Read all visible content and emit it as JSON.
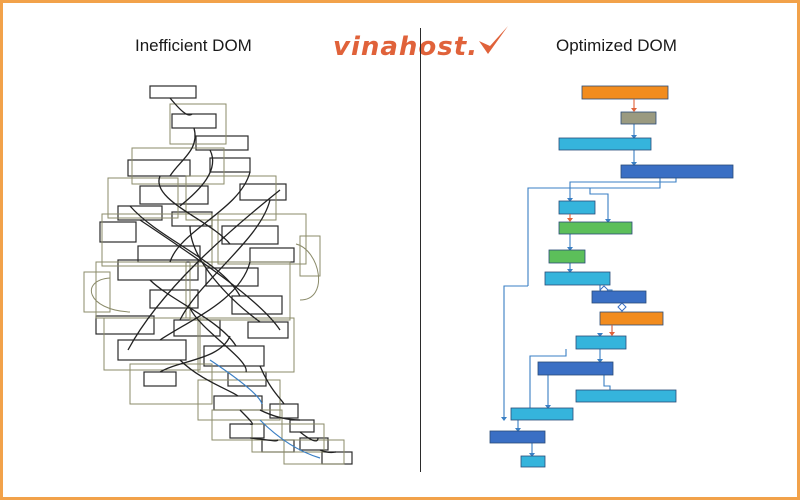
{
  "titles": {
    "left": "Inefficient DOM",
    "right": "Optimized DOM"
  },
  "logo": {
    "text": "vinahost."
  },
  "colors": {
    "frame": "#f2a24a",
    "orange": "#f28c1e",
    "olive": "#9a9a80",
    "cyan": "#35b4dc",
    "blue": "#3a6fc4",
    "green": "#5cbf5a",
    "brand": "#e0623a"
  },
  "icons": {
    "logo_mark": "checkmark-icon"
  }
}
